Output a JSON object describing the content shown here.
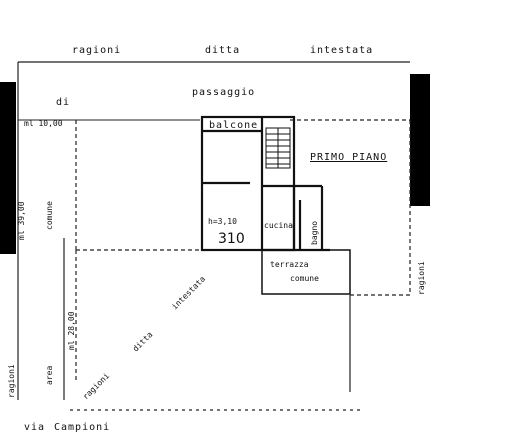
{
  "labels": {
    "top_1": "ragioni",
    "top_2": "ditta",
    "top_3": "intestata",
    "passage": "passaggio",
    "di": "di",
    "left_measure": "ml 10,00",
    "left_vertical_1": "comune",
    "left_vertical_2": "ml 39,00",
    "balcony": "balcone",
    "floor": "PRIMO PIANO",
    "height": "h=3,10",
    "handwritten_number": "310",
    "kitchen": "cucina",
    "bathroom": "bagno",
    "terrace_1": "terrazza",
    "terrace_2": "comune",
    "right_vertical": "ragioni",
    "diag_1": "intestata",
    "diag_2": "ditta",
    "diag_3": "ragioni",
    "left_bottom_vertical_1": "ragioni",
    "left_bottom_vertical_2": "area",
    "left_bottom_vertical_3": "ml 28,00",
    "bottom_1": "via",
    "bottom_2": "Campioni"
  }
}
